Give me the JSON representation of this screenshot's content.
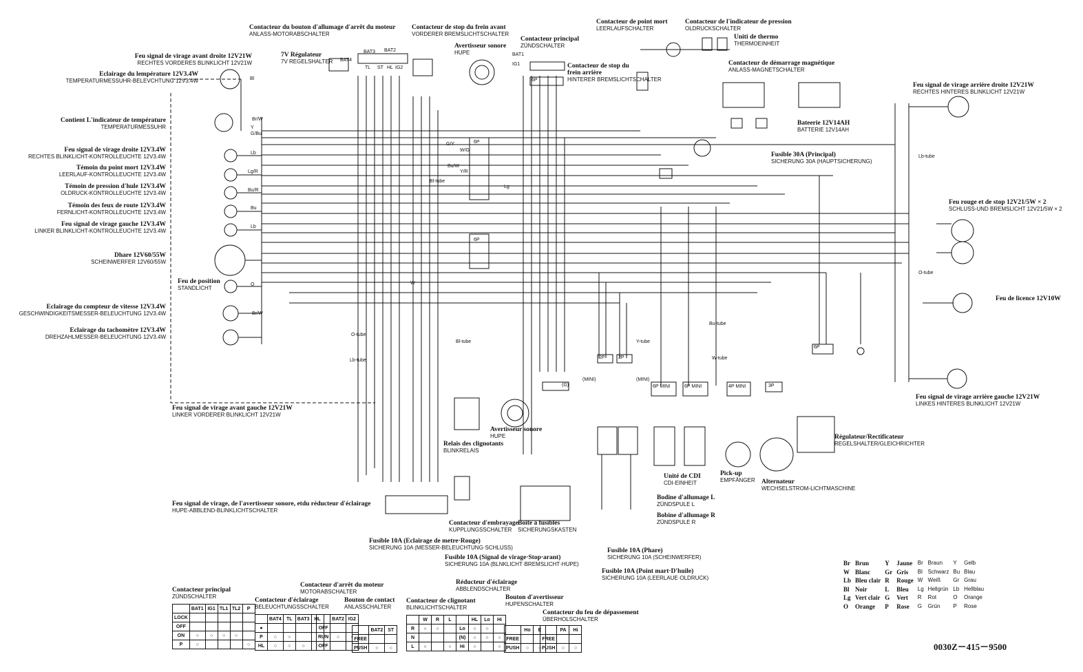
{
  "labels": [
    {
      "id": "headlight-main-switch",
      "fr": "Contacteur du bouton d'allumage d'arrêt du moteur",
      "de": "ANLASS-MOTORABSCHALTER",
      "align": "l"
    },
    {
      "id": "front-stop-switch",
      "fr": "Contacteur de stop du frein avant",
      "de": "VORDERER BREMSLICHTSCHALTER",
      "align": "l"
    },
    {
      "id": "main-switch",
      "fr": "Contacteur principal",
      "de": "ZÜNDSCHALTER",
      "align": "l"
    },
    {
      "id": "neutral-switch",
      "fr": "Contacteur de point mort",
      "de": "LEERLAUFSCHALTER",
      "align": "l"
    },
    {
      "id": "oil-pressure-switch",
      "fr": "Contacteur de l'indicateur de pression",
      "de": "OLDRUCKSCHALTER",
      "align": "l"
    },
    {
      "id": "thermo-unit",
      "fr": "Uniti de thermo",
      "de": "THERMOEINHEIT",
      "align": "l"
    },
    {
      "id": "starter-solenoid",
      "fr": "Contacteur de démarrage magnétique",
      "de": "ANLASS-MAGNETSCHALTER",
      "align": "l"
    },
    {
      "id": "rear-stop-switch",
      "fr": "Contacteur de stop du frein arrière",
      "de": "HINTERER BREMSLICHTSCHALTER",
      "align": "l"
    },
    {
      "id": "horn-top",
      "fr": "Avertisseur sonore",
      "de": "HUPE",
      "align": "l"
    },
    {
      "id": "regulator-7v",
      "fr": "7V Régulateur",
      "de": "7V REGELSHALTER",
      "align": "l"
    },
    {
      "id": "front-right-turn",
      "fr": "Feu signal de virage avant droite 12V21W",
      "de": "RECHTES VORDERES BLINKLICHT 12V21W",
      "align": "r"
    },
    {
      "id": "temp-light",
      "fr": "Eclairage du lempérature 12V3.4W",
      "de": "TEMPERATURMESSUHR-BELEVCHTUNG 12V3.4W",
      "align": "r"
    },
    {
      "id": "temp-gauge",
      "fr": "Contient L'indicateur de température",
      "de": "TEMPERATURMESSUHR",
      "align": "r"
    },
    {
      "id": "right-turn-ind",
      "fr": "Feu signal de virage droite 12V3.4W",
      "de": "RECHTES BLINKLICHT-KONTROLLEUCHTE 12V3.4W",
      "align": "r"
    },
    {
      "id": "neutral-ind",
      "fr": "Témoin du point mort 12V3.4W",
      "de": "LEERLAUF-KONTROLLEUCHTE 12V3.4W",
      "align": "r"
    },
    {
      "id": "oil-ind",
      "fr": "Témoin de pression d'hule 12V3.4W",
      "de": "OLDRUCK-KONTROLLEUCHTE 12V3.4W",
      "align": "r"
    },
    {
      "id": "highbeam-ind",
      "fr": "Témoin des feux de route 12V3.4W",
      "de": "FERNLICHT-KONTROLLEUCHTE 12V3.4W",
      "align": "r"
    },
    {
      "id": "left-turn-ind",
      "fr": "Feu signal de virage gauche 12V3.4W",
      "de": "LINKER BLINKLICHT-KONTROLLEUCHTE 12V3.4W",
      "align": "r"
    },
    {
      "id": "headlight",
      "fr": "Dhare 12V60/55W",
      "de": "SCHEINWERFER 12V60/55W",
      "align": "r"
    },
    {
      "id": "position-light",
      "fr": "Feu de position",
      "de": "STANDLICHT",
      "align": "l"
    },
    {
      "id": "speedo-light",
      "fr": "Eclairage du compteur de vitesse 12V3.4W",
      "de": "GESCHWINDIGKEITSMESSER-BELEUCHTUNG 12V3.4W",
      "align": "r"
    },
    {
      "id": "tacho-light",
      "fr": "Eclairage du tachomètre 12V3.4W",
      "de": "DREHZAHLMESSER-BELEUCHTUNG 12V3.4W",
      "align": "r"
    },
    {
      "id": "front-left-turn",
      "fr": "Feu signal de virage avant gauche 12V21W",
      "de": "LINKER VORDERER BLINKLICHT 12V21W",
      "align": "l"
    },
    {
      "id": "horn-bottom",
      "fr": "Avertisseur sonore",
      "de": "HUPE",
      "align": "l"
    },
    {
      "id": "flasher-relay",
      "fr": "Relais des clignotants",
      "de": "BLINKRELAIS",
      "align": "l"
    },
    {
      "id": "handlebar-switch",
      "fr": "Feu signal de virage, de l'avertisseur sonore, etdu réducteur d'éclairage",
      "de": "HUPE-ABBLEND-BLINKLICHTSCHALTER",
      "align": "l"
    },
    {
      "id": "clutch-switch",
      "fr": "Contacteur d'embrayage",
      "de": "KUPPLUNGSSCHALTER",
      "align": "l"
    },
    {
      "id": "fuse-box",
      "fr": "Boite à fusibles",
      "de": "SICHERUNGSKASTEN",
      "align": "l"
    },
    {
      "id": "fuse-meter",
      "fr": "Fusible 10A (Eclairage de metre·Rouge)",
      "de": "SICHERUNG 10A (MESSER-BELEUCHTUNG·SCHLUSS)",
      "align": "l"
    },
    {
      "id": "fuse-signal",
      "fr": "Fusible 10A (Signal de virage·Stop·arant)",
      "de": "SICHERUNG 10A (BLNKLICHT·BREMSLICHT·HUPE)",
      "align": "l"
    },
    {
      "id": "fuse-phare",
      "fr": "Fusible 10A (Phare)",
      "de": "SICHERUNG 10A (SCHEINWERFER)",
      "align": "l"
    },
    {
      "id": "fuse-neutral",
      "fr": "Fusible 10A (Point mart·D'huile)",
      "de": "SICHERUNG 10A (LEERLAUE·OLDRUCK)",
      "align": "l"
    },
    {
      "id": "ignition-coil-l",
      "fr": "Bodine d'allumage L",
      "de": "ZÜNDSPULE L",
      "align": "l"
    },
    {
      "id": "ignition-coil-r",
      "fr": "Bobine d'allumage R",
      "de": "ZÜNDSPULE R",
      "align": "l"
    },
    {
      "id": "cdi-unit",
      "fr": "Unité de CDI",
      "de": "CDI-EINHEIT",
      "align": "l"
    },
    {
      "id": "pickup",
      "fr": "Pick-up",
      "de": "EMPFÄNGER",
      "align": "l"
    },
    {
      "id": "alternator",
      "fr": "Alternateur",
      "de": "WECHSELSTROM-LICHTMASCHINE",
      "align": "l"
    },
    {
      "id": "reg-rectifier",
      "fr": "Régulateur/Rectificateur",
      "de": "REGELSHALTER/GLEICHRICHTER",
      "align": "l"
    },
    {
      "id": "battery",
      "fr": "Bateerie 12V14AH",
      "de": "BATTERIE 12V14AH",
      "align": "l"
    },
    {
      "id": "main-fuse",
      "fr": "Fusible 30A (Principal)",
      "de": "SICHERUNG 30A (HAUPTSICHERUNG)",
      "align": "l"
    },
    {
      "id": "rear-right-turn",
      "fr": "Feu signal de virage arrière droite 12V21W",
      "de": "RECHTES HINTERES BLINKLICHT 12V21W",
      "align": "l"
    },
    {
      "id": "tail-stop",
      "fr": "Feu rouge et de stop 12V21/5W × 2",
      "de": "SCHLUSS-UND BREMSLICHT 12V21/5W × 2",
      "align": "l"
    },
    {
      "id": "license-light",
      "fr": "Feu de licence 12V10W",
      "de": "",
      "align": "l"
    },
    {
      "id": "rear-left-turn",
      "fr": "Feu signal de virage arrière gauche 12V21W",
      "de": "LINKES HINTERES BLINKLICHT 12V21W",
      "align": "l"
    },
    {
      "id": "sw-main",
      "fr": "Contacteur principal",
      "de": "ZÜNDSCHALTER",
      "align": "l"
    },
    {
      "id": "sw-stop",
      "fr": "Contacteur d'arrêt du moteur",
      "de": "MOTORABSCHALTER",
      "align": "l"
    },
    {
      "id": "sw-light",
      "fr": "Contacteur d'éclairage",
      "de": "BELEUCHTUNGSSCHALTER",
      "align": "l"
    },
    {
      "id": "sw-start",
      "fr": "Bouton de contact",
      "de": "ANLASSCHALTER",
      "align": "l"
    },
    {
      "id": "sw-dimmer",
      "fr": "Réducteur d'éclairage",
      "de": "ABBLENDSCHALTER",
      "align": "l"
    },
    {
      "id": "sw-turn",
      "fr": "Contacteur de clignotant",
      "de": "BLINKLICHTSCHALTER",
      "align": "l"
    },
    {
      "id": "sw-horn",
      "fr": "Bouton d'avertisseur",
      "de": "HUPENSCHALTER",
      "align": "l"
    },
    {
      "id": "sw-pass",
      "fr": "Contacteur du feu de dépassement",
      "de": "ÜBERHOLSCHALTER",
      "align": "l"
    }
  ],
  "wire_tags": [
    "Bl",
    "Br/W",
    "Y",
    "G/Bu",
    "Lb",
    "Lg/R",
    "Bu/R",
    "Bu",
    "Lb",
    "O",
    "G/Y",
    "W/G",
    "Bu/W",
    "Y/R",
    "Bl-tube",
    "Lg",
    "W",
    "Br/W",
    "O-tube",
    "Lb-tube",
    "Bl-tube",
    "Y-tube",
    "Bu-tube",
    "W-tube",
    "Lb-tube",
    "O-tube",
    "(MINI)",
    "(MINI)"
  ],
  "connector_tags": [
    "BAT3",
    "BAT2",
    "BAT4",
    "TL",
    "ST",
    "HL",
    "IG2",
    "BAT1",
    "IG1",
    "6P",
    "6P",
    "6P",
    "2P",
    "2P",
    "6P MINI",
    "6P MINI",
    "4P MINI",
    "3P",
    "6P",
    "(G)"
  ],
  "legend": {
    "fr": [
      {
        "code": "Br",
        "name": "Brun"
      },
      {
        "code": "W",
        "name": "Blanc"
      },
      {
        "code": "Lb",
        "name": "Bleu clair"
      },
      {
        "code": "Bl",
        "name": "Noir"
      },
      {
        "code": "Lg",
        "name": "Vert clair"
      },
      {
        "code": "O",
        "name": "Orange"
      },
      {
        "code": "Y",
        "name": "Jaune"
      },
      {
        "code": "Gr",
        "name": "Gris"
      },
      {
        "code": "R",
        "name": "Rouge"
      },
      {
        "code": "L",
        "name": "Bleu"
      },
      {
        "code": "G",
        "name": "Vert"
      },
      {
        "code": "P",
        "name": "Rose"
      }
    ],
    "de": [
      {
        "code": "Br",
        "name": "Braun"
      },
      {
        "code": "Bl",
        "name": "Schwarz"
      },
      {
        "code": "W",
        "name": "Weiß"
      },
      {
        "code": "Lg",
        "name": "Hellgrün"
      },
      {
        "code": "R",
        "name": "Rot"
      },
      {
        "code": "G",
        "name": "Grün"
      },
      {
        "code": "Y",
        "name": "Gelb"
      },
      {
        "code": "Bu",
        "name": "Blau"
      },
      {
        "code": "Gr",
        "name": "Grau"
      },
      {
        "code": "Lb",
        "name": "Hellblau"
      },
      {
        "code": "O",
        "name": "Orange"
      },
      {
        "code": "P",
        "name": "Rose"
      }
    ]
  },
  "doc_code": "0030Z－415－9500",
  "switch_tables": {
    "main": {
      "header": [
        "BAT1",
        "IG1",
        "TL1",
        "TL2",
        "P"
      ],
      "rows": [
        "LOCK",
        "OFF",
        "ON",
        "P"
      ]
    },
    "stop": {
      "header": [
        "BAT4",
        "TL",
        "BAT3",
        "HL"
      ],
      "rows": [
        "●",
        "P",
        "HL"
      ]
    },
    "engine_stop": {
      "header": [
        "BAT2",
        "IG2"
      ],
      "rows": [
        "OFF",
        "RUN",
        "OFF"
      ]
    },
    "start": {
      "header": [
        "BAT2",
        "ST"
      ],
      "rows": [
        "",
        "FREE",
        "PUSH"
      ]
    },
    "turn": {
      "header": [
        "W",
        "R",
        "L"
      ],
      "rows": [
        "R",
        "N",
        "L"
      ]
    },
    "dimmer": {
      "header": [
        "HL",
        "Lo",
        "Hi"
      ],
      "rows": [
        "Lo",
        "(N)",
        "Hi"
      ]
    },
    "horn": {
      "header": [
        "Ho",
        "E"
      ],
      "rows": [
        "",
        "FREE",
        "PUSH"
      ]
    },
    "pass": {
      "header": [
        "PA",
        "Hi"
      ],
      "rows": [
        "",
        "FREE",
        "PUSH"
      ]
    }
  }
}
